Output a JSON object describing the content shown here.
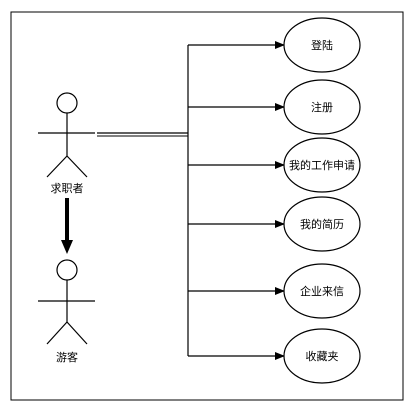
{
  "diagram": {
    "actors": [
      {
        "id": "job_seeker",
        "label": "求职者"
      },
      {
        "id": "visitor",
        "label": "游客"
      }
    ],
    "use_cases": [
      {
        "id": "login",
        "label": "登陆"
      },
      {
        "id": "register",
        "label": "注册"
      },
      {
        "id": "my_applications",
        "label": "我的工作申请"
      },
      {
        "id": "my_resume",
        "label": "我的简历"
      },
      {
        "id": "company_letters",
        "label": "企业来信"
      },
      {
        "id": "favorites",
        "label": "收藏夹"
      }
    ],
    "associations": [
      {
        "from": "job_seeker",
        "to": "login"
      },
      {
        "from": "job_seeker",
        "to": "register"
      },
      {
        "from": "job_seeker",
        "to": "my_applications"
      },
      {
        "from": "job_seeker",
        "to": "my_resume"
      },
      {
        "from": "job_seeker",
        "to": "company_letters"
      },
      {
        "from": "job_seeker",
        "to": "favorites"
      }
    ],
    "relations": [
      {
        "from": "job_seeker",
        "to": "visitor",
        "type": "directed-arrow"
      }
    ],
    "colors": {
      "line": "#000000",
      "fill": "#ffffff",
      "frame": "#000000"
    }
  }
}
